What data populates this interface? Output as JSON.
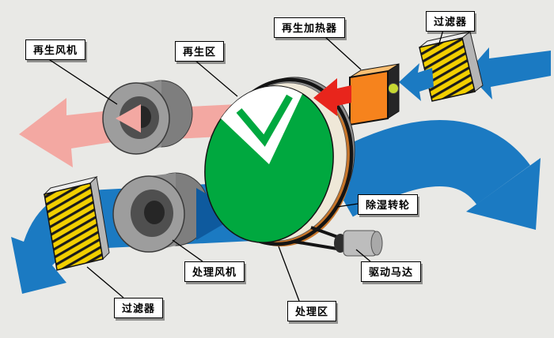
{
  "diagram": {
    "labels": {
      "regen_fan": "再生风机",
      "regen_zone": "再生区",
      "regen_heater": "再生加热器",
      "filter_top": "过滤器",
      "dehumidifier_wheel": "除湿转轮",
      "drive_motor": "驱动马达",
      "process_fan": "处理风机",
      "process_zone": "处理区",
      "filter_bottom": "过滤器"
    },
    "colors": {
      "background": "#e9e9e6",
      "process_air": "#1b7ac2",
      "process_air_dark": "#0e5a9e",
      "regen_exhaust": "#f3a8a2",
      "hot_air": "#e8251c",
      "wheel_face": "#00a83f",
      "wheel_rim": "#efe8d8",
      "wheel_band": "#c8762a",
      "heater_body": "#f6831d",
      "heater_top": "#fbbf73",
      "filter": "#f2cf00",
      "fan_body": "#9d9d9d"
    }
  }
}
